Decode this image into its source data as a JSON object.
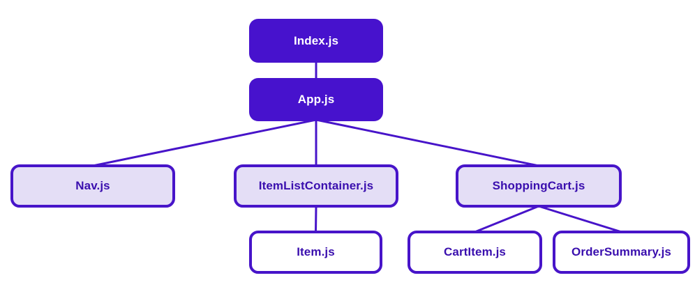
{
  "diagram": {
    "nodes": [
      {
        "id": "index",
        "label": "Index.js",
        "style": "solid"
      },
      {
        "id": "app",
        "label": "App.js",
        "style": "solid"
      },
      {
        "id": "nav",
        "label": "Nav.js",
        "style": "tint"
      },
      {
        "id": "itemlist",
        "label": "ItemListContainer.js",
        "style": "tint"
      },
      {
        "id": "shoppingcart",
        "label": "ShoppingCart.js",
        "style": "tint"
      },
      {
        "id": "item",
        "label": "Item.js",
        "style": "outline"
      },
      {
        "id": "cartitem",
        "label": "CartItem.js",
        "style": "outline"
      },
      {
        "id": "ordersummary",
        "label": "OrderSummary.js",
        "style": "outline"
      }
    ],
    "edges": [
      [
        "index",
        "app"
      ],
      [
        "app",
        "nav"
      ],
      [
        "app",
        "itemlist"
      ],
      [
        "app",
        "shoppingcart"
      ],
      [
        "itemlist",
        "item"
      ],
      [
        "shoppingcart",
        "cartitem"
      ],
      [
        "shoppingcart",
        "ordersummary"
      ]
    ],
    "colors": {
      "background": "#ffffff",
      "solid_fill": "#4712cd",
      "tint_fill": "#e4def6",
      "outline_fill": "#ffffff",
      "stroke": "#4714c9",
      "text_dark": "#3a0fae",
      "text_light": "#ffffff"
    }
  }
}
